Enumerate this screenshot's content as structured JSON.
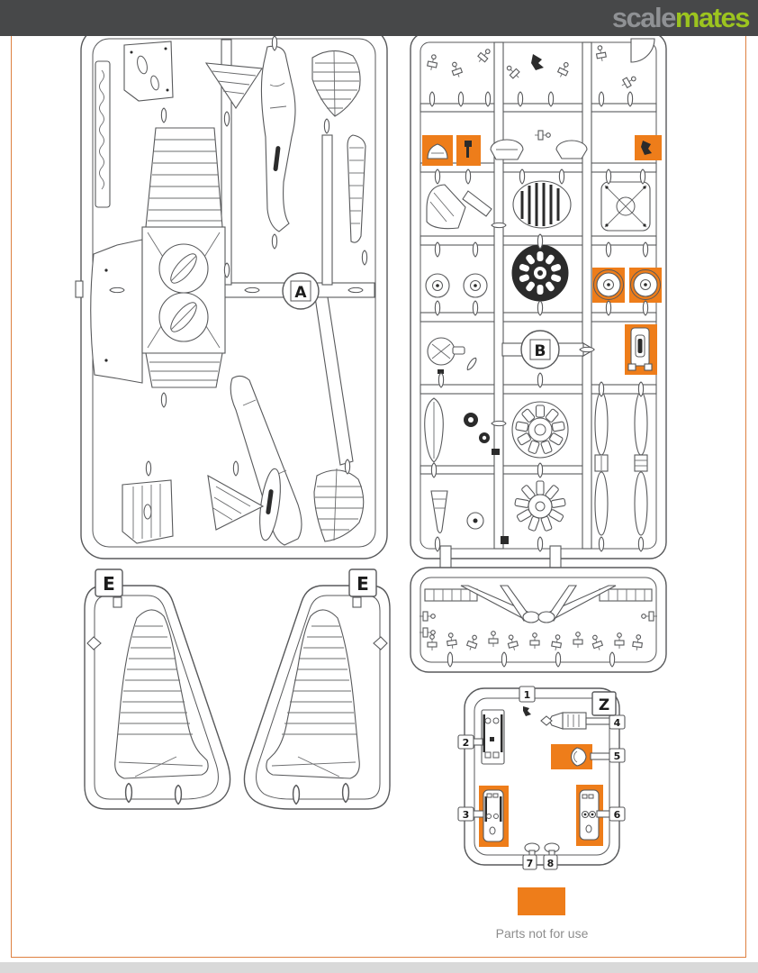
{
  "colors": {
    "highlight": "#ee7d1a",
    "headerBg": "#474849",
    "logoScale": "#8f9194",
    "logoMates": "#9cc41f",
    "cardBorder": "#de8040",
    "line": "#58595b"
  },
  "header": {
    "logo": {
      "scale": "scale",
      "mates": "mates"
    }
  },
  "diagram": {
    "type": "model-kit-sprue-map",
    "sprues": [
      {
        "id": "A",
        "label": "A",
        "description": "main sprue: fuselage halves, one-piece ribbed wings, cowl panels, tail surfaces"
      },
      {
        "id": "B",
        "label": "B",
        "description": "detail sprue: engines, wheels, propellers, struts; several parts marked not for use"
      },
      {
        "id": "E1",
        "label": "E",
        "description": "triangular sprue with ribbed wing panel"
      },
      {
        "id": "E2",
        "label": "E",
        "description": "mirrored triangular sprue with ribbed wing panel"
      },
      {
        "id": "Z",
        "label": "Z",
        "description": "small sprue with numbered parts 1-8; parts 3, 5 and 6 marked not for use"
      }
    ],
    "z_part_numbers": [
      "1",
      "2",
      "3",
      "4",
      "5",
      "6",
      "7",
      "8"
    ],
    "legend": {
      "text": "Parts not for use"
    }
  }
}
